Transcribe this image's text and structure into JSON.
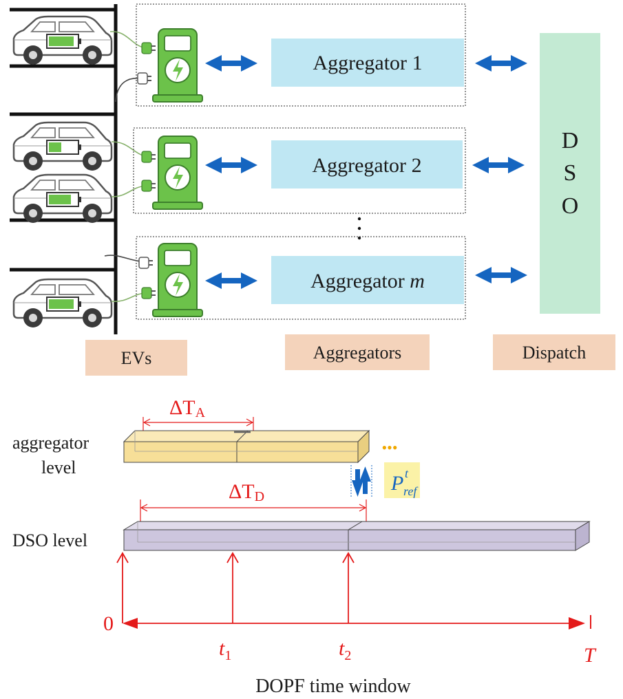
{
  "aggregators": [
    {
      "prefix": "Aggregator",
      "index": "1"
    },
    {
      "prefix": "Aggregator",
      "index": "2"
    },
    {
      "prefix": "Aggregator",
      "index": "m"
    }
  ],
  "dso": {
    "letters": [
      "D",
      "S",
      "O"
    ]
  },
  "categories": {
    "evs": "EVs",
    "aggregators": "Aggregators",
    "dispatch": "Dispatch"
  },
  "timeline": {
    "delta_ta": {
      "symbol": "ΔT",
      "subscript": "A"
    },
    "delta_td": {
      "symbol": "ΔT",
      "subscript": "D"
    },
    "aggregator_level": {
      "line1": "aggregator",
      "line2": "level"
    },
    "dso_level": "DSO level",
    "ellipsis": "•••",
    "pref": {
      "base": "P",
      "sup": "t",
      "sub": "ref"
    },
    "axis": {
      "origin": "0",
      "t1": {
        "base": "t",
        "sub": "1"
      },
      "t2": {
        "base": "t",
        "sub": "2"
      },
      "end": "T"
    },
    "title": "DOPF time window"
  },
  "colors": {
    "aggregator_box": "#bfe7f3",
    "dso_box": "#c3ead3",
    "category_box": "#f4d3bb",
    "arrow_blue": "#1565c0",
    "charger_green": "#6cc24a",
    "aggregator_bar": "#f7df98",
    "dso_bar": "#cdc6de",
    "axis_red": "#e41a1a",
    "pref_bg": "#fbf2a7"
  }
}
